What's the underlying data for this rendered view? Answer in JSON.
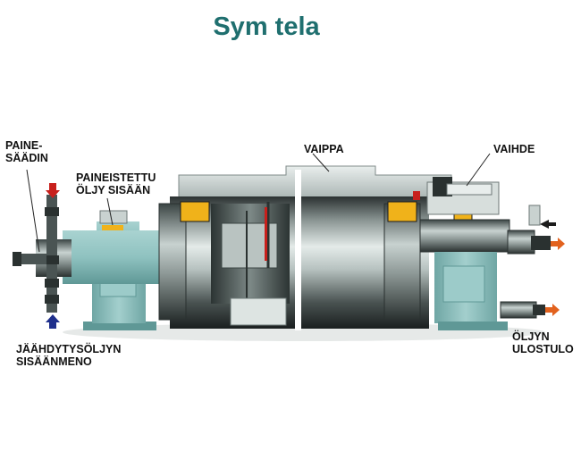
{
  "title": "Sym tela",
  "labels": {
    "paine_saadin": "PAINE-\nSÄÄDIN",
    "paineistettu": "PAINEISTETTU\nÖLJY SISÄÄN",
    "vaippa": "VAIPPA",
    "vaihde": "VAIHDE",
    "jaahdytys": "JÄÄHDYTYSÖLJYN\nSISÄÄNMENO",
    "oljyn_ulostulo": "ÖLJYN\nULOSTULO"
  },
  "colors": {
    "title": "#1f6f6f",
    "pedestal": "#8fc2c0",
    "pedestal_dark": "#5f9896",
    "shell_dark": "#1f2424",
    "shell_light": "#d6dddb",
    "bearing_yellow": "#f0b21a",
    "seal_red": "#c8201c",
    "arrow_orange": "#e2621e",
    "arrow_blue": "#1e2f8c"
  }
}
